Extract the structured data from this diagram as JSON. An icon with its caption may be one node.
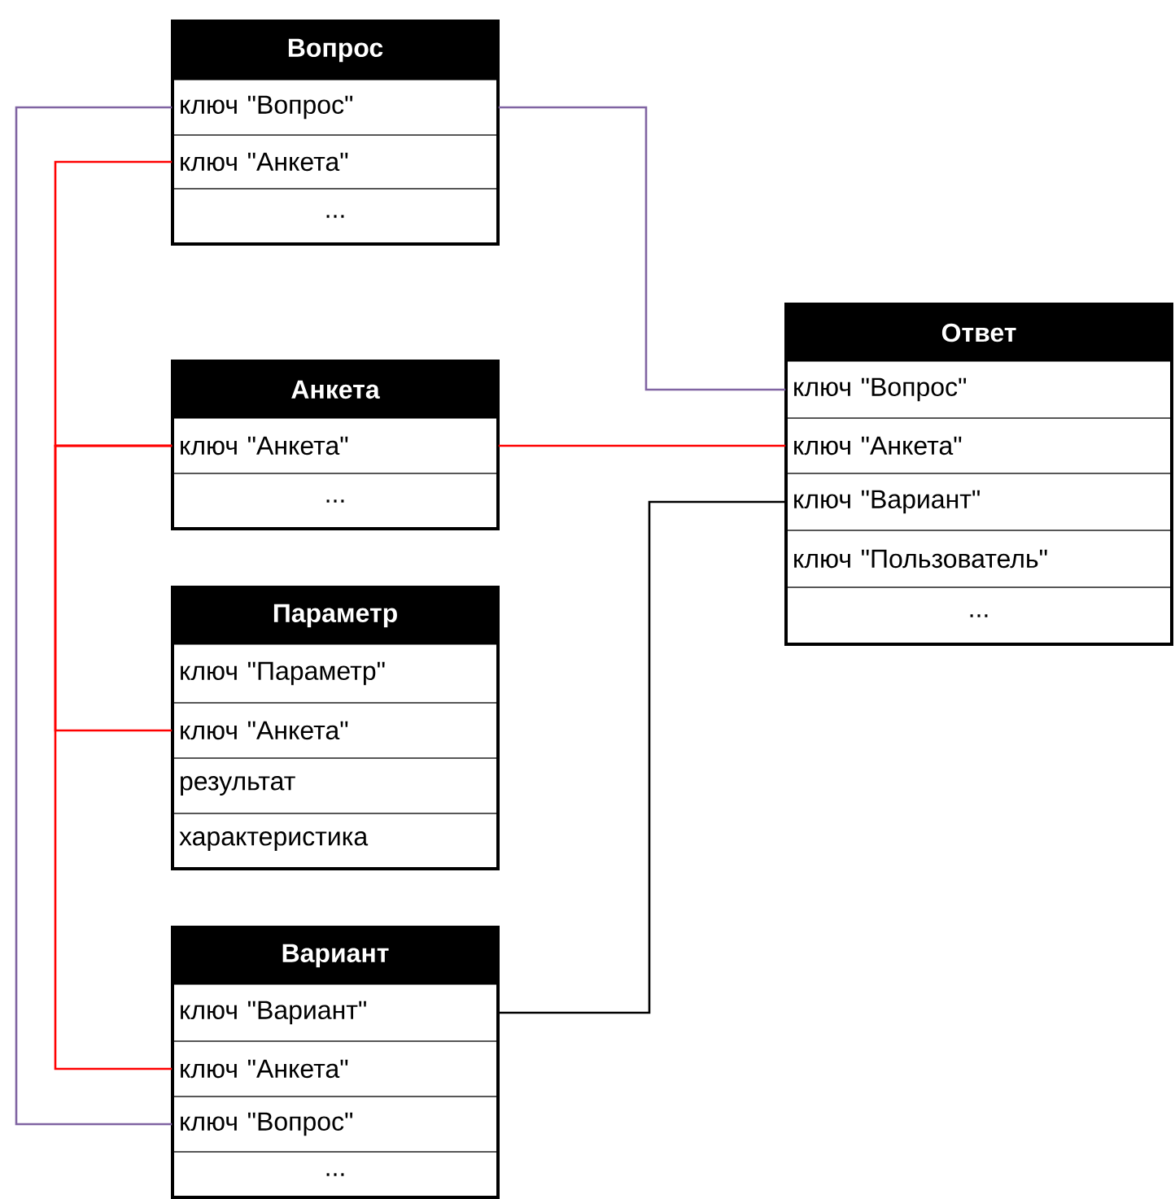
{
  "diagram": {
    "nodes": [
      {
        "text": [
          "Вопрос"
        ]
      },
      {
        "text": [
          "ключ \"Вопрос\""
        ],
        "in": 0
      },
      {
        "text": [
          "ключ \"Анкета\""
        ],
        "in": 0
      },
      {
        "text": [
          "..."
        ],
        "in": 0
      },
      {
        "text": [
          "Анкета"
        ]
      },
      {
        "text": [
          "ключ \"Анкета\""
        ],
        "in": 4
      },
      {
        "text": [
          "..."
        ],
        "in": 4
      },
      {
        "text": [
          "Параметр"
        ]
      },
      {
        "text": [
          "ключ \"Параметр\""
        ],
        "in": 7
      },
      {
        "text": [
          "ключ \"Анкета\""
        ],
        "in": 7
      },
      {
        "text": [
          "результат"
        ],
        "in": 7
      },
      {
        "text": [
          "характеристика"
        ],
        "in": 7
      },
      {
        "text": [
          "Вариант"
        ]
      },
      {
        "text": [
          "ключ \"Вариант\""
        ],
        "in": 12
      },
      {
        "text": [
          "ключ \"Анкета\""
        ],
        "in": 12
      },
      {
        "text": [
          "ключ \"Вопрос\""
        ],
        "in": 12
      },
      {
        "text": [
          "..."
        ],
        "in": 12
      },
      {
        "text": [
          "Ответ"
        ]
      },
      {
        "text": [
          "ключ \"Вопрос\""
        ],
        "in": 17
      },
      {
        "text": [
          "ключ \"Анкета\""
        ],
        "in": 17
      },
      {
        "text": [
          "ключ \"Вариант\""
        ],
        "in": 17
      },
      {
        "text": [
          "ключ \"Пользователь\""
        ],
        "in": 17
      },
      {
        "text": [
          "..."
        ],
        "in": 17
      }
    ],
    "edges": [
      {
        "from": 1,
        "to": 18,
        "arrow": "none",
        "color": "#8064a2"
      },
      {
        "from": 1,
        "to": 15,
        "arrow": "none",
        "color": "#8064a2"
      },
      {
        "from": 5,
        "to": 2,
        "arrow": "none"
      },
      {
        "from": 5,
        "to": 9,
        "arrow": "none"
      },
      {
        "from": 5,
        "to": 14,
        "arrow": "none"
      },
      {
        "from": 5,
        "to": 19,
        "arrow": "none"
      },
      {
        "from": 13,
        "to": 20,
        "arrow": "none",
        "color": "#000000"
      }
    ]
  }
}
